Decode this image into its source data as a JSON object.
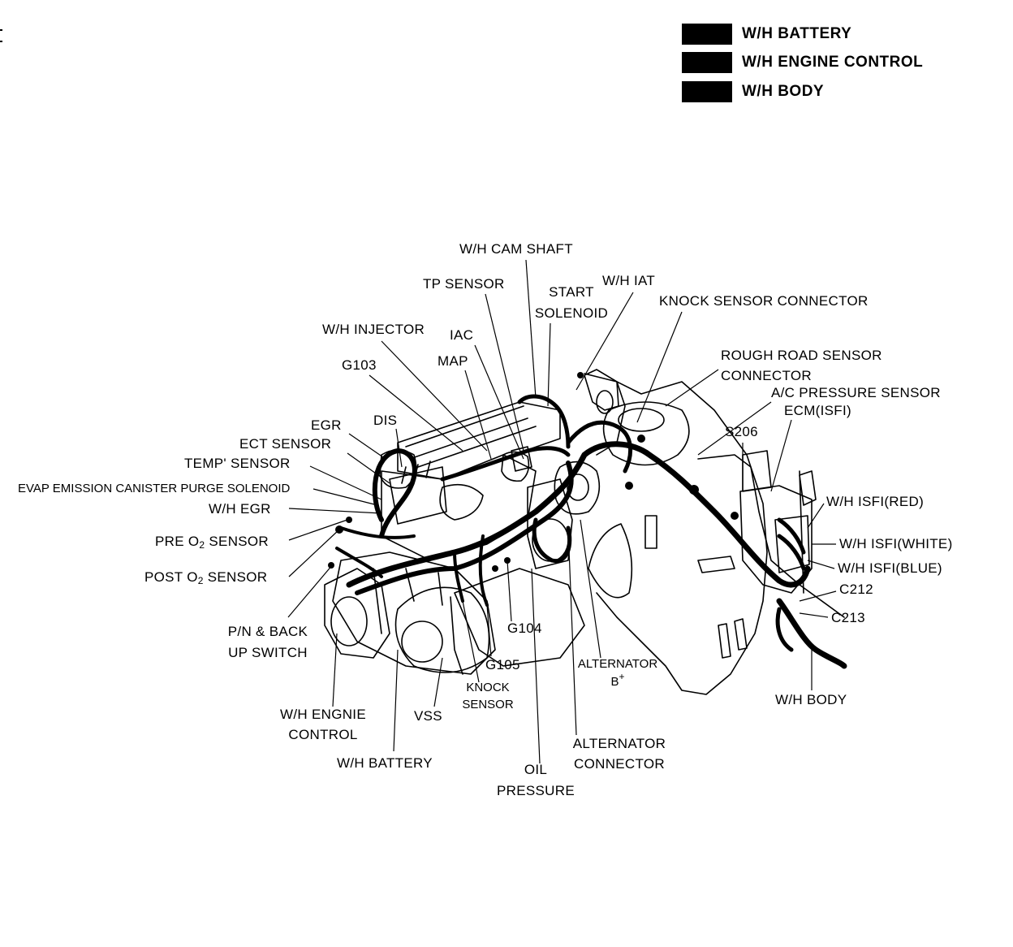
{
  "legend": [
    {
      "label": "W/H BATTERY",
      "color": "#000000"
    },
    {
      "label": "W/H ENGINE CONTROL",
      "color": "#000000"
    },
    {
      "label": "W/H BODY",
      "color": "#000000"
    }
  ],
  "labels": {
    "wh_cam_shaft": "W/H CAM SHAFT",
    "tp_sensor": "TP SENSOR",
    "start": "START",
    "solenoid": "SOLENOID",
    "wh_iat": "W/H IAT",
    "knock_sensor_connector": "KNOCK SENSOR CONNECTOR",
    "wh_injector": "W/H INJECTOR",
    "iac": "IAC",
    "map": "MAP",
    "g103": "G103",
    "rough_road_1": "ROUGH ROAD SENSOR",
    "rough_road_2": "CONNECTOR",
    "ac_pressure": "A/C PRESSURE SENSOR",
    "ecm": "ECM(ISFI)",
    "dis": "DIS",
    "egr": "EGR",
    "ect_sensor": "ECT SENSOR",
    "temp_sensor": "TEMP' SENSOR",
    "evap": "EVAP EMISSION CANISTER PURGE SOLENOID",
    "wh_egr": "W/H EGR",
    "s206": "S206",
    "wh_isfi_red": "W/H ISFI(RED)",
    "pre_o2_a": "PRE O",
    "pre_o2_sub": "2",
    "pre_o2_b": " SENSOR",
    "post_o2_a": "POST O",
    "post_o2_sub": "2",
    "post_o2_b": " SENSOR",
    "wh_isfi_white": "W/H ISFI(WHITE)",
    "wh_isfi_blue": "W/H ISFI(BLUE)",
    "c212": "C212",
    "c213": "C213",
    "pn_1": "P/N & BACK",
    "pn_2": "UP SWITCH",
    "g104": "G104",
    "alt_b_1": "ALTERNATOR",
    "alt_b_2": "B",
    "alt_b_sup": "+",
    "g105": "G105",
    "knock_1": "KNOCK",
    "knock_2": "SENSOR",
    "wh_body": "W/H BODY",
    "wh_engnie_1": "W/H ENGNIE",
    "wh_engnie_2": "CONTROL",
    "vss": "VSS",
    "alt_conn_1": "ALTERNATOR",
    "alt_conn_2": "CONNECTOR",
    "wh_battery": "W/H BATTERY",
    "oil_1": "OIL",
    "oil_2": "PRESSURE"
  }
}
